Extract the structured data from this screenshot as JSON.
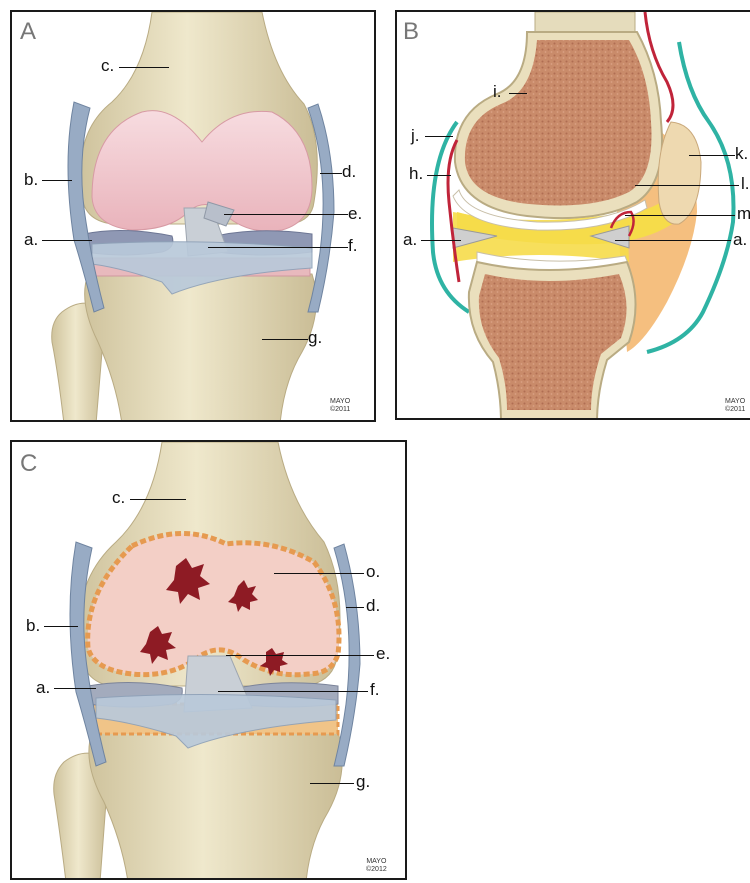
{
  "panels": {
    "a": {
      "letter": "A",
      "labels": {
        "c": "c.",
        "b": "b.",
        "d": "d.",
        "e": "e.",
        "a": "a.",
        "f": "f.",
        "g": "g."
      },
      "credit": {
        "line1": "MAYO",
        "line2": "©2011"
      }
    },
    "b": {
      "letter": "B",
      "labels": {
        "i": "i.",
        "j": "j.",
        "k": "k.",
        "h": "h.",
        "l": "l.",
        "m": "m",
        "a_left": "a.",
        "a_right": "a."
      },
      "credit": {
        "line1": "MAYO",
        "line2": "©2011"
      }
    },
    "c": {
      "letter": "C",
      "labels": {
        "c": "c.",
        "o": "o.",
        "b": "b.",
        "d": "d.",
        "e": "e.",
        "a": "a.",
        "f": "f.",
        "g": "g."
      },
      "credit": {
        "line1": "MAYO",
        "line2": "©2012"
      }
    }
  },
  "colors": {
    "bone": "#e5dcbc",
    "cartilage": "#f1c6cc",
    "marrow": "#c98b6a",
    "ligament": "#aebfd2",
    "synovium": "#2fb3a4",
    "vessel": "#c0243a",
    "fluid": "#f6dc4a",
    "fat": "#f3b468",
    "inflamed": "#e69a50",
    "erosion": "#8e1b24"
  }
}
